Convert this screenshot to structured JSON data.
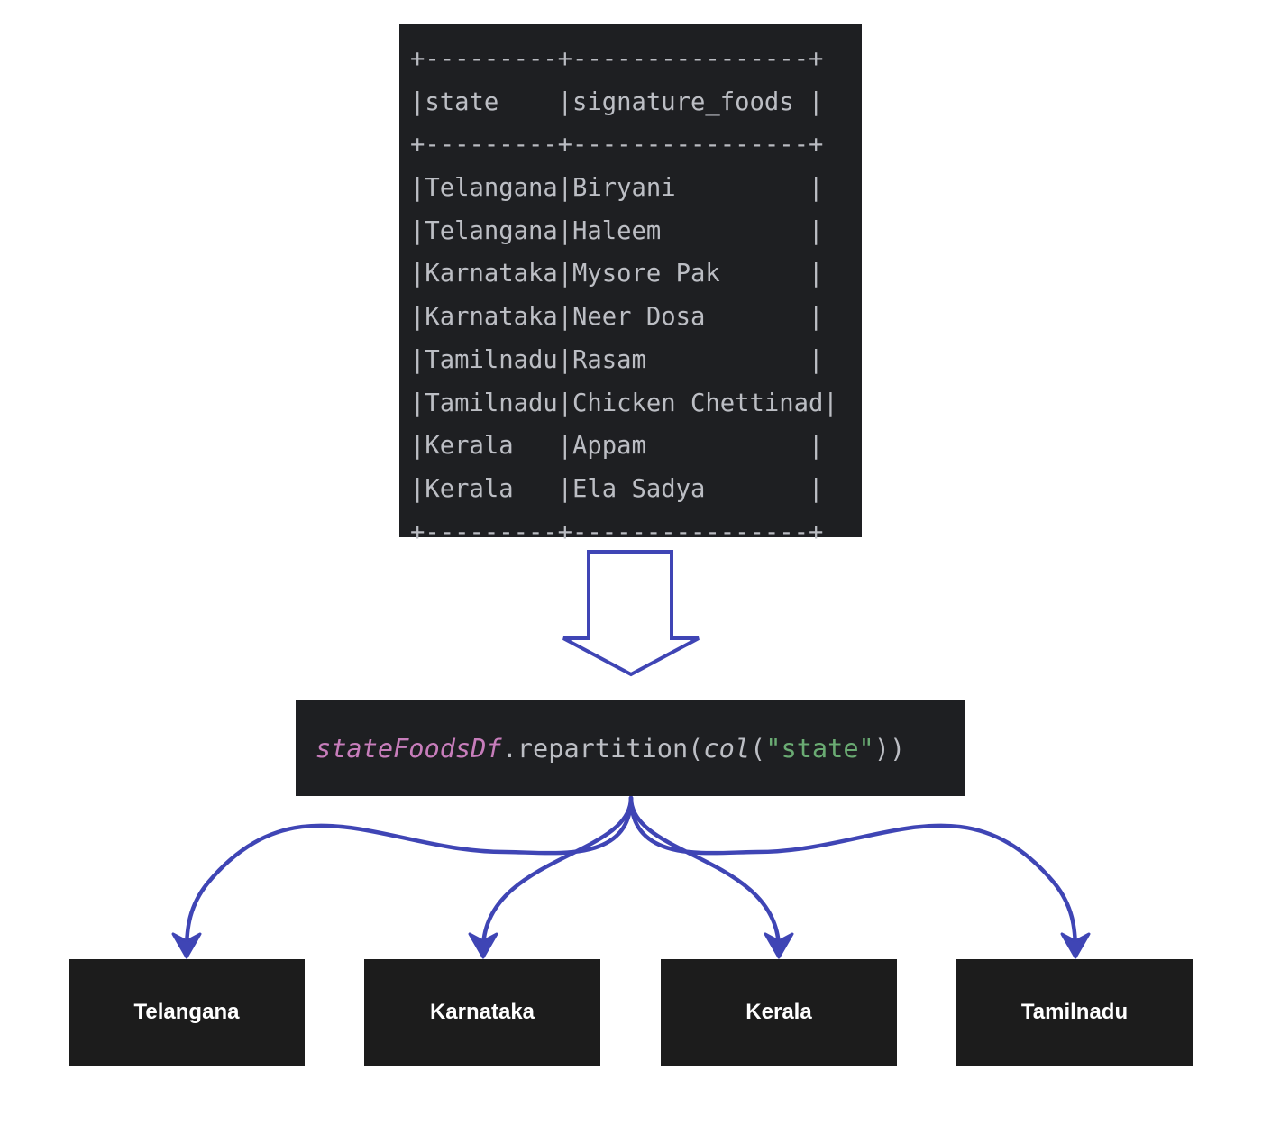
{
  "table": {
    "lines": [
      "+---------+----------------+",
      "|state    |signature_foods |",
      "+---------+----------------+",
      "|Telangana|Biryani         |",
      "|Telangana|Haleem          |",
      "|Karnataka|Mysore Pak      |",
      "|Karnataka|Neer Dosa       |",
      "|Tamilnadu|Rasam           |",
      "|Tamilnadu|Chicken Chettinad|",
      "|Kerala   |Appam           |",
      "|Kerala   |Ela Sadya       |",
      "+---------+----------------+"
    ]
  },
  "code": {
    "variable": "stateFoodsDf",
    "method": ".repartition(",
    "function": "col",
    "open_paren": "(",
    "string": "\"state\"",
    "close": "))"
  },
  "partitions": [
    "Telangana",
    "Karnataka",
    "Kerala",
    "Tamilnadu"
  ],
  "colors": {
    "arrow": "#3f45b5",
    "box_background": "#1e1f22",
    "code_variable": "#c77dbb",
    "code_string": "#6aab73",
    "terminal_text": "#bcbec4"
  }
}
